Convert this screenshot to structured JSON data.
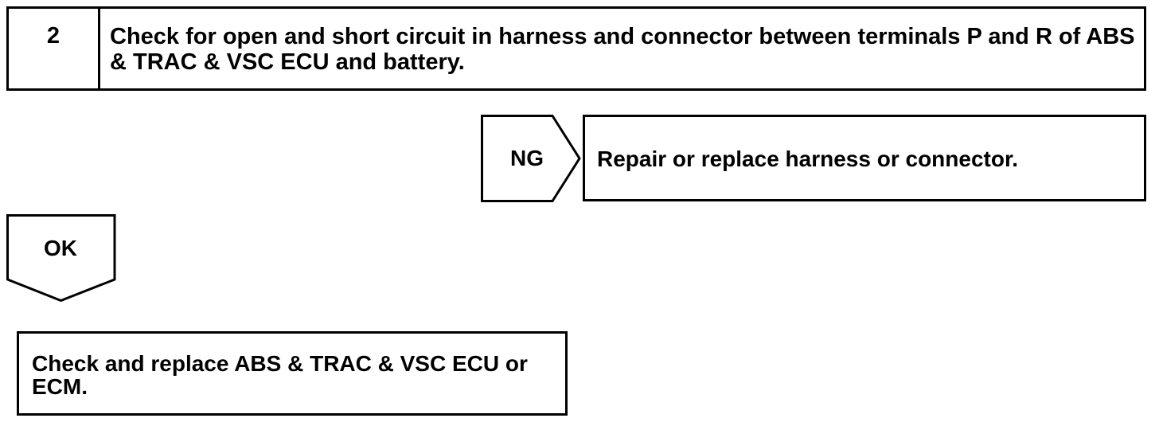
{
  "step": {
    "number": "2",
    "text": "Check for open and short circuit in harness and connector between terminals P and R of ABS & TRAC & VSC ECU and battery."
  },
  "ng_branch": {
    "label": "NG",
    "action": "Repair or replace harness or connector."
  },
  "ok_branch": {
    "label": "OK",
    "action": "Check and replace ABS & TRAC & VSC ECU or ECM."
  }
}
